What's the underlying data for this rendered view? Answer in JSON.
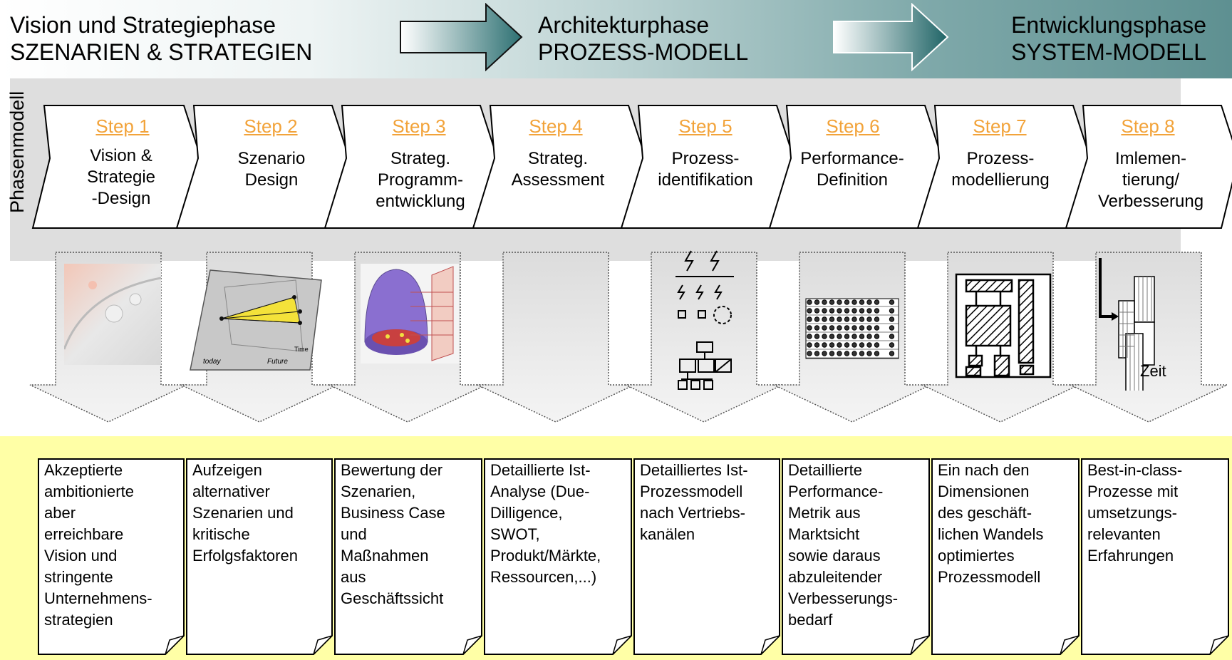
{
  "phases": [
    {
      "line1": "Vision und Strategiephase",
      "line2": "SZENARIEN & STRATEGIEN"
    },
    {
      "line1": "Architekturphase",
      "line2": "PROZESS-MODELL"
    },
    {
      "line1": "Entwicklungsphase",
      "line2": "SYSTEM-MODELL"
    }
  ],
  "vertical_label": "Phasenmodell",
  "steps": [
    {
      "label": "Step 1",
      "name": "Vision &\nStrategie\n-Design"
    },
    {
      "label": "Step 2",
      "name": "Szenario\nDesign"
    },
    {
      "label": "Step 3",
      "name": "Strateg.\nProgramm-\nentwicklung"
    },
    {
      "label": "Step 4",
      "name": "Strateg.\nAssessment"
    },
    {
      "label": "Step 5",
      "name": "Prozess-\nidentifikation"
    },
    {
      "label": "Step 6",
      "name": "Performance-\nDefinition"
    },
    {
      "label": "Step 7",
      "name": "Prozess-\nmodellierung"
    },
    {
      "label": "Step 8",
      "name": "Imlemen-\ntierung/\nVerbesserung"
    }
  ],
  "images": {
    "scenario_today": "today",
    "scenario_future": "Future",
    "scenario_time": "Time",
    "step8_zeit": "Zeit"
  },
  "results": [
    "Akzeptierte\nambitionierte\naber\nerreichbare\nVision und\nstringente\nUnternehmens-\nstrategien",
    "Aufzeigen\nalternativer\nSzenarien und\nkritische\nErfolgsfaktoren",
    "Bewertung der\nSzenarien,\nBusiness Case\nund\nMaßnahmen\naus\nGeschäftssicht",
    "Detaillierte Ist-\nAnalyse (Due-\nDilligence,\nSWOT,\nProdukt/Märkte,\nRessourcen,...)",
    "Detailliertes Ist-\nProzessmodell\nnach Vertriebs-\nkanälen",
    "Detaillierte\nPerformance-\nMetrik aus\nMarktsicht\nsowie daraus\nabzuleitender\nVerbesserungs-\nbedarf",
    "Ein nach den\nDimensionen\ndes geschäft-\nlichen Wandels\noptimiertes\nProzessmodell",
    "Best-in-class-\nProzesse mit\numsetzungs-\nrelevanten\nErfahrungen"
  ],
  "colors": {
    "step_label": "#f2a33a",
    "result_band": "#ffffa6",
    "phase_band": "#dedede",
    "arrow_teal": "#2e7173"
  }
}
